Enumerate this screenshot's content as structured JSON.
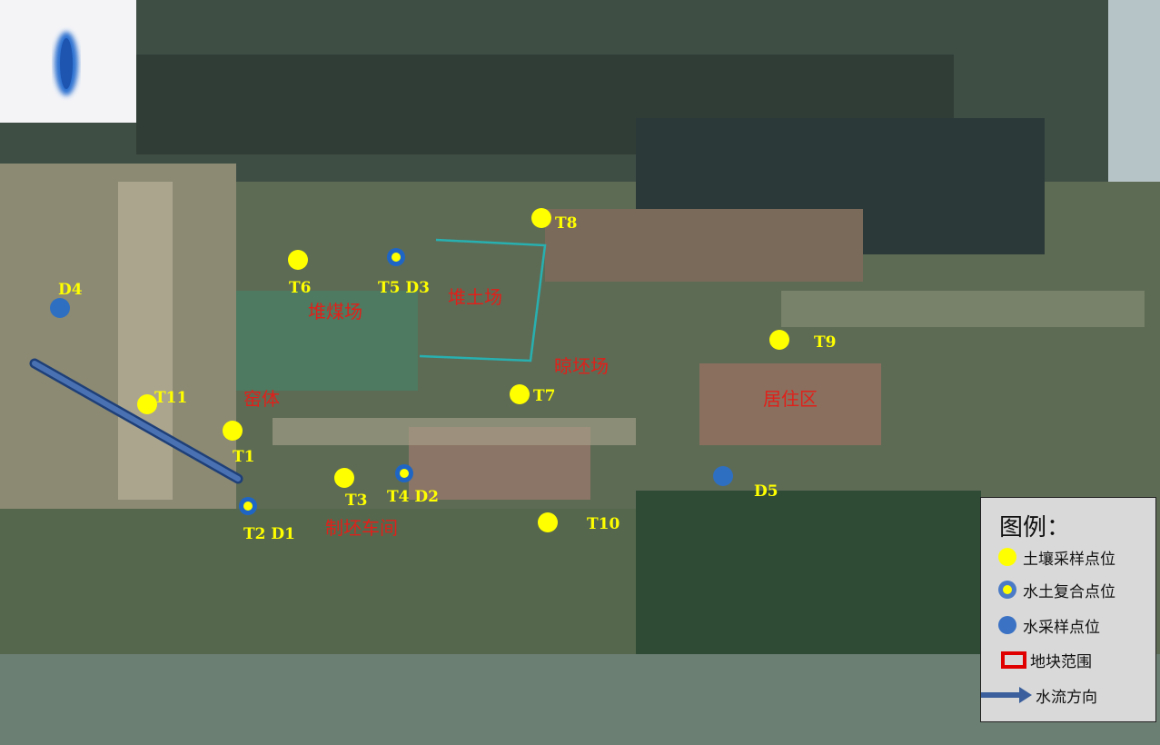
{
  "markers": {
    "soil": [
      "T1",
      "T3",
      "T6",
      "T7",
      "T8",
      "T9",
      "T10",
      "T11"
    ],
    "composite": [
      "T2 D1",
      "T4 D2",
      "T5 D3"
    ],
    "water": [
      "D4",
      "D5"
    ]
  },
  "areas": {
    "coal_yard": "堆煤场",
    "soil_yard": "堆土场",
    "drying_yard": "晾坯场",
    "kiln": "窑体",
    "residential": "居住区",
    "workshop": "制坯车间"
  },
  "legend": {
    "title": "图例：",
    "soil_sample": "土壤采样点位",
    "composite_sample": "水土复合点位",
    "water_sample": "水采样点位",
    "plot_boundary": "地块范围",
    "flow_direction": "水流方向"
  },
  "colors": {
    "soil": "#ffff00",
    "water": "#2e6fc2",
    "boundary_legend": "#e00000",
    "boundary_map": "#28b0b0",
    "flow": "#3a5f9c",
    "area_text": "#e0201a"
  }
}
